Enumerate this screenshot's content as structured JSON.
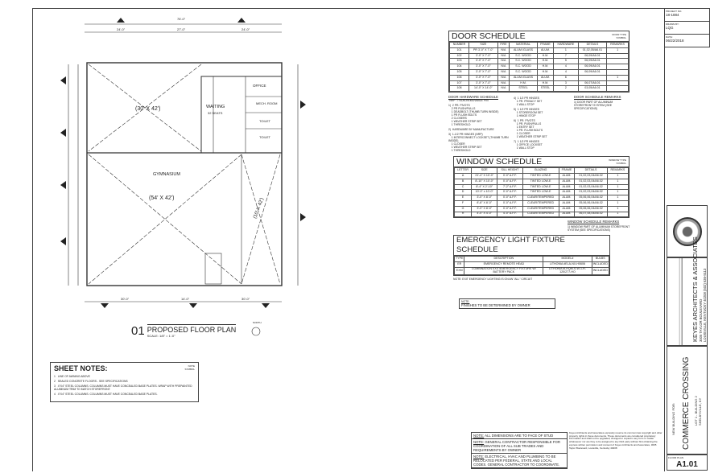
{
  "title_block": {
    "project_no_label": "PROJECT NO.",
    "project_no": "18-1884",
    "drawn_by_label": "DRAWN BY:",
    "drawn_by": "LQG",
    "date_label": "DATE:",
    "date": "06/22/2018",
    "firm": "KEYES  ARCHITECTS  &  ASSOCIATES",
    "address1": "3005 TAYLOR BOULEVARD",
    "address2": "LOUISVILLE, KENTUCKY 40208   (502) 636-5113",
    "new_building_for": "NEW BUILDING FOR:",
    "project": "COMMERCE CROSSING",
    "lot": "LOT 1 - BUILDING 2",
    "city": "SHELBYVILLE, KY",
    "sheet_title": "FLOOR PLAN",
    "sheet_no": "A1.01",
    "copyright": "Keyes Architects and Associates expressly reserve its common law copyright and other property rights in these documents. These documents are considered proprietary information and shall not be upgraded, changed or copied in any form or matter whatsoever nor are they to be assigned to any third party without first obtaining the express written permission and consent of Keyes Architects and Associates, 3005 Taylor Boulevard, Louisville, Kentucky 40208"
  },
  "plan": {
    "number": "01",
    "title": "PROPOSED FLOOR PLAN",
    "scale": "SCALE: 1/8\" = 1'-0\"",
    "north": "NORTH",
    "rooms": {
      "waiting": "WAITING",
      "seats": "32 SEATS",
      "area1": "(30' X 42')",
      "gym": "GYMNASIUM",
      "area2": "(54' X 42')",
      "area3": "(10' X 42')",
      "office": "OFFICE",
      "mech": "MECH. ROOM",
      "toilet": "TOILET",
      "toilet2": "TOILET"
    },
    "dims": {
      "overall": "76'-0\"",
      "d1": "24'-0\"",
      "d2": "27'-0\"",
      "d3": "24'-0\"",
      "b1": "30'-0\"",
      "b2": "14'-0\"",
      "b3": "30'-0\""
    }
  },
  "door_schedule": {
    "title": "DOOR SCHEDULE",
    "symbol": "DOOR TYPE\nSYMBOL",
    "headers": [
      "NUMBER",
      "SIZE",
      "FIRE",
      "MATERIAL",
      "FRAME",
      "HARDWARE",
      "DETAILS",
      "REMARKS"
    ],
    "rows": [
      [
        "101",
        "PR 3'-0\" X 7'-0\"",
        "N/A",
        "ALUM./GLASS",
        "ALUM.",
        "1",
        "01,02,05/A6.01",
        "1"
      ],
      [
        "102",
        "3'-0\" X 7'-0\"",
        "N/A",
        "S.C. WOOD",
        "H.M.",
        "7",
        "06,09/A6.01",
        ""
      ],
      [
        "103",
        "3'-0\" X 7'-0\"",
        "N/A",
        "S.C. WOOD",
        "H.M.",
        "5",
        "06,09/A6.01",
        ""
      ],
      [
        "104",
        "3'-0\" X 7'-0\"",
        "N/A",
        "S.C. WOOD",
        "H.M.",
        "4",
        "06,09/A6.01",
        ""
      ],
      [
        "105",
        "3'-0\" X 7'-0\"",
        "N/A",
        "S.C. WOOD",
        "H.M.",
        "4",
        "06,09/A6.01",
        ""
      ],
      [
        "106",
        "3'-0\" X 7'-0\"",
        "N/A",
        "ALUM./GLASS",
        "ALUM.",
        "6",
        "",
        "1"
      ],
      [
        "107",
        "3'-0\" X 7'-0\"",
        "N/A",
        "H.M.",
        "H.M.",
        "3",
        "06,07/A6.01",
        ""
      ],
      [
        "108",
        "14'-0\" X 14'-0\"",
        "N/A",
        "STEEL",
        "STEEL",
        "2",
        "03,05/A6.01",
        ""
      ]
    ],
    "hardware_title": "DOOR HARDWARE SCHEDULE",
    "hardware_note": "\"NRP\" = NON-REMOVABLE PIN",
    "hardware_left": [
      "1)  2 PR. PIVOTS\n    2 PR PUSH/PULLS\n    1 DEADBOLT (THUMB TURN INSIDE)\n    1 PR FLUSH BOLTS\n    2 CLOSERS\n    1 WEATHER STRIP SET\n    1 THRESHOLD",
      "2)  HARDWARE BY MANUFACTURE",
      "3)  1-1/2 PR HINGES (NRP)\n    1 INTERCONNECT LOCKSET (THUMB TURN INSIDE)\n    1 CLOSER\n    1 WEATHER STRIP SET\n    1 THRESHOLD"
    ],
    "hardware_right": [
      "4)  1 1/2 PR HINGES\n    1 PR. PRIVACY SET\n    1 WALL STOP",
      "5)  1 1/2 PR HINGES\n    1 STOREROOM SET\n    1 HINGE STOP",
      "6)  1 PR. PIVOTS\n    1 PR. PUSH/PULLS\n    1 ENTRY SET\n    1 PR. FLUSH BOLTS\n    1 CLOSER\n    1 WEATHER STRIP SET",
      "7)  1 1/2 PR HINGES\n    1 OFFICE LOCKSET\n    1 WALL STOP"
    ],
    "remarks_title": "DOOR SCHEDULE REMARKS",
    "remarks": [
      "1)  DOOR PART OF ALUMINUM STOREFRONT SYSTEM (SEE SPECIFICATIONS)"
    ]
  },
  "window_schedule": {
    "title": "WINDOW SCHEDULE",
    "symbol": "WINDOW TYPE\nSYMBOL",
    "headers": [
      "LETTER",
      "SIZE",
      "SILL HEIGHT",
      "GLAZING",
      "FRAME",
      "DETAILS",
      "REMARKS"
    ],
    "rows": [
      [
        "A",
        "21'-4\" X 10'-0\"",
        "0'-0\" A.F.F.",
        "TINTED LOW-E",
        "ALUM.",
        "01,02,03,04/A6.02",
        "1"
      ],
      [
        "B",
        "8'-10\" X 10'-0\"",
        "0'-0\" A.F.F.",
        "TINTED LOW-E",
        "ALUM.",
        "01,02,03,04/A6.02",
        "1"
      ],
      [
        "C",
        "8'-4\" X 2'-10\"",
        "7'-2\" A.F.F.",
        "TINTED LOW-E",
        "ALUM.",
        "01,02,03,04/A6.02",
        "1"
      ],
      [
        "D",
        "10'-0\" x 10'-0\"",
        "0'-0\" A.F.F.",
        "TINTED LOW-E",
        "ALUM.",
        "01,02,03,04/A6.02",
        "1"
      ],
      [
        "E",
        "3'-0\" X 8'-0\"",
        "0'-0\" A.F.F.",
        "CLEAR/TEMPERED",
        "ALUM.",
        "05,06,06,04/A6.02",
        "1"
      ],
      [
        "F",
        "8'-8\" X 8'-0\"",
        "0'-0\" A.F.F.",
        "CLEAR/TEMPERED",
        "ALUM.",
        "05,06,06,04/A6.02",
        "1"
      ],
      [
        "G",
        "3'-0\" X 8'-0\"",
        "0'-0\" A.F.F.",
        "CLEAR/TEMPERED",
        "ALUM.",
        "05,06,06,04/A6.02",
        "1"
      ],
      [
        "H",
        "4'-0\" X 4'-0\"",
        "4'-0\" A.F.F.",
        "CLEAR/TEMPERED",
        "ALUM.",
        "06,07,08,04/A6.02",
        "1"
      ]
    ],
    "remarks_title": "WINDOW SCHEDULE REMARKS",
    "remarks": [
      "1)  WINDOW PART OF ALUMINUM STOREFRONT SYSTEM (SEE SPECIFICATIONS)"
    ]
  },
  "emergency_schedule": {
    "title": "EMERGENCY LIGHT FIXTURE SCHEDULE",
    "headers": [
      "TYPE",
      "DESCRIPTION",
      "MODEL#",
      "BULBS"
    ],
    "rows": [
      [
        "ER",
        "EMERGENCY REMOTE HEAD",
        "LITHONIA #ELA-NX-H0606",
        "INCLUDED"
      ],
      [
        "EXM",
        "COMBINATION EXIT/EMERGENCY FIXTURE W/ BATTERY PACK",
        "LITHONIA #LHQM-S-W-1-R-120/277-HO",
        "INCLUDED"
      ]
    ],
    "note": "NOTE: EXIT EMERGENCY LIGHTING IS ON AN \"ALL\" CIRCUIT"
  },
  "finish_note": {
    "label": "NOTE:",
    "text": "FINISHES TO BE DETERMINED BY OWNER"
  },
  "sheet_notes": {
    "title": "SHEET NOTES:",
    "symbol": "NOTE\nSYMBOL",
    "items": [
      "LINE OF AWNING ABOVE",
      "SEALED CONCRETE FLOORS - SEE SPECIFICATIONS",
      "4\"X4\" STEEL COLUMNS.  COLUMNS MUST HAVE CONCEALED BASE PLATES.  WRAP WITH PREPAINTED ALUMINUM TRIM TO MATCH STOREFRONT.",
      "4\"X4\" STEEL COLUMNS.  COLUMNS MUST HAVE CONCEALED BASE PLATES."
    ]
  },
  "general_notes": [
    {
      "label": "NOTE:",
      "text": " ALL DIMENSIONS ARE TO FACE OF STUD"
    },
    {
      "label": "NOTE:",
      "text": " GENERAL CONTRACTOR RESPONSIBLE FOR COORDINATION OF ALL SUB TRADES AND REQUIREMENTS BY OWNER"
    },
    {
      "label": "NOTE:",
      "text": " ELECTRICAL, HVAC AND PLUMBING TO BE RELOCATED PER FEDERAL, STATE AND LOCAL CODES. GENERAL CONTRACTOR TO COORDINATE."
    }
  ]
}
